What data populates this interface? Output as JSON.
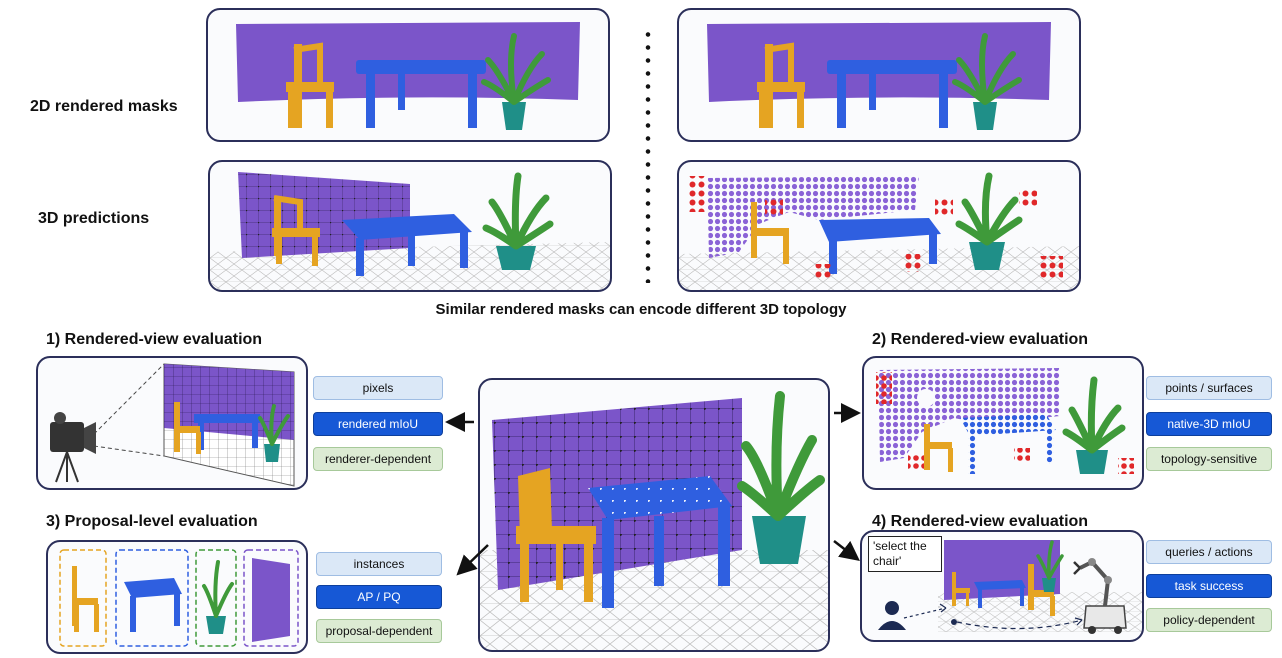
{
  "row_labels": {
    "rendered_masks": "2D rendered masks",
    "predictions": "3D predictions"
  },
  "caption": "Similar rendered masks can encode different 3D topology",
  "sections": [
    {
      "heading": "1) Rendered-view evaluation",
      "tags": [
        "pixels",
        "rendered mIoU",
        "renderer-dependent"
      ]
    },
    {
      "heading": "2) Rendered-view evaluation",
      "tags": [
        "points / surfaces",
        "native-3D mIoU",
        "topology-sensitive"
      ]
    },
    {
      "heading": "3) Proposal-level evaluation",
      "tags": [
        "instances",
        "AP / PQ",
        "proposal-dependent"
      ]
    },
    {
      "heading": "4) Rendered-view evaluation",
      "tags": [
        "queries / actions",
        "task success",
        "policy-dependent"
      ]
    }
  ],
  "query_bubble": "'select the chair'",
  "colors": {
    "wall": "#7b55c9",
    "table": "#2f5fe0",
    "chair": "#e5a422",
    "plant": "#3f9a3a",
    "pot": "#1f8f88",
    "error_points": "#e0282a",
    "panel_border": "#2b2f5a"
  }
}
